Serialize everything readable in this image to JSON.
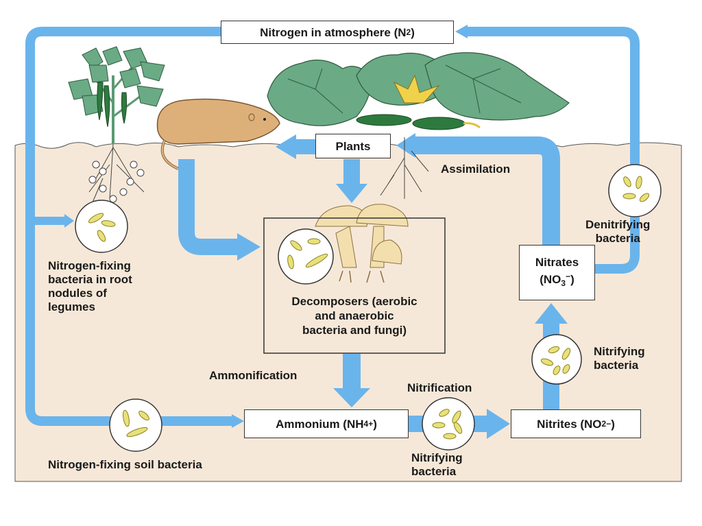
{
  "title": "Nitrogen cycle",
  "colors": {
    "arrow": "#6ab4ec",
    "soil": "#f6e8d8",
    "leaf": "#6aaa85",
    "bacteria": "#e8e079",
    "fungi": "#f3dfae",
    "animal": "#ddb07a"
  },
  "nodes": {
    "atmosphere": {
      "label": "Nitrogen in atmosphere (N",
      "sub": "2",
      "close": ")"
    },
    "plants": {
      "label": "Plants"
    },
    "decomposers": {
      "line1": "Decomposers (aerobic",
      "line2": "and anaerobic",
      "line3": "bacteria and fungi)"
    },
    "ammonium": {
      "label": "Ammonium (NH",
      "sub": "4",
      "sup": "+",
      "close": ")"
    },
    "nitrites": {
      "label": "Nitrites (NO",
      "sub": "2",
      "sup": "−",
      "close": ")"
    },
    "nitrates": {
      "line1": "Nitrates",
      "line2": "(NO",
      "sub": "3",
      "sup": "−",
      "close": ")"
    }
  },
  "labels": {
    "root_bacteria": [
      "Nitrogen-fixing",
      "bacteria in root",
      "nodules of",
      "legumes"
    ],
    "soil_bacteria": "Nitrogen-fixing soil bacteria",
    "assimilation": "Assimilation",
    "ammonification": "Ammonification",
    "nitrification": "Nitrification",
    "nitrifying_bottom": [
      "Nitrifying",
      "bacteria"
    ],
    "nitrifying_right": [
      "Nitrifying",
      "bacteria"
    ],
    "denitrifying": [
      "Denitrifying",
      "bacteria"
    ]
  },
  "icons": [
    "pepper-plant",
    "rodent",
    "squash-plant",
    "mushrooms",
    "bacteria-circle"
  ]
}
